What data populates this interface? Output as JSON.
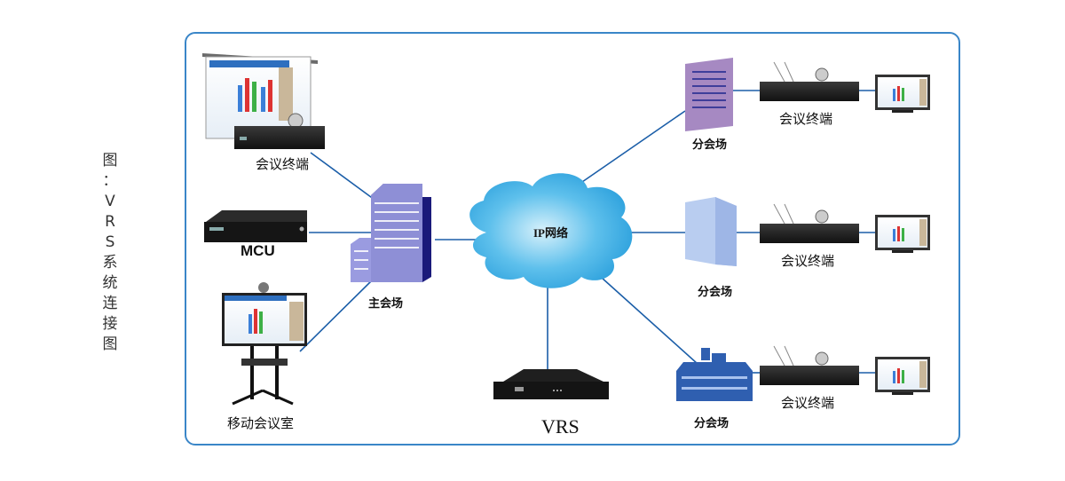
{
  "caption": {
    "chars": [
      "图",
      "：",
      "V",
      "R",
      "S",
      "系",
      "统",
      "连",
      "接",
      "图"
    ],
    "text": "图：VRS系统连接图"
  },
  "colors": {
    "frame": "#3a86c8",
    "link": "#1b5ea8",
    "cloud": "#4fb8e8",
    "main_building": "#8e8fd6",
    "branch_building_1": "#a689c2",
    "branch_building_2": "#a9c2ea",
    "branch_building_3": "#2f5fb0"
  },
  "center": {
    "cloud_label": "IP网络",
    "main_venue_label": "主会场",
    "vrs_label": "VRS"
  },
  "left": {
    "terminal_label": "会议终端",
    "mcu_label": "MCU",
    "mobile_room_label": "移动会议室"
  },
  "branches": [
    {
      "venue_label": "分会场",
      "terminal_label": "会议终端"
    },
    {
      "venue_label": "分会场",
      "terminal_label": "会议终端"
    },
    {
      "venue_label": "分会场",
      "terminal_label": "会议终端"
    }
  ]
}
